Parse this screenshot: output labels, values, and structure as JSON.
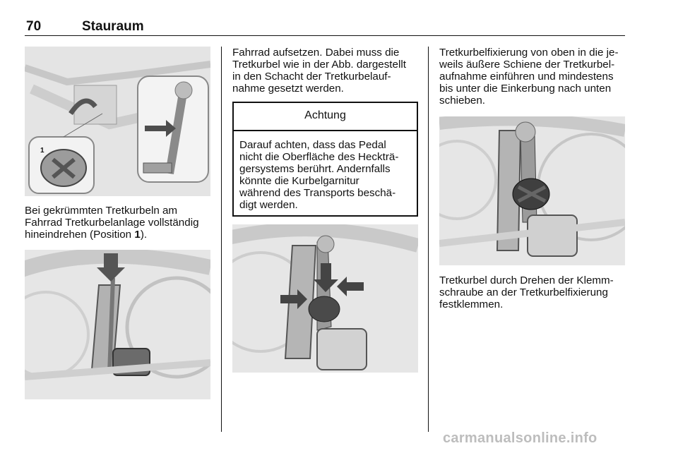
{
  "header": {
    "page_number": "70",
    "section_title": "Stauraum"
  },
  "col1": {
    "text_lines": [
      "Bei gekrümmten Tretkurbeln am",
      "Fahrrad Tretkurbelanlage vollständig"
    ],
    "text_line3_prefix": "hineindrehen (Position ",
    "text_line3_bold": "1",
    "text_line3_suffix": ").",
    "figure1_callout": "1"
  },
  "col2": {
    "text_lines": [
      "Fahrrad aufsetzen. Dabei muss die",
      "Tretkurbel wie in der Abb. dargestellt",
      "in den Schacht der Tretkurbelauf-",
      "nahme gesetzt werden."
    ],
    "caution_title": "Achtung",
    "caution_lines": [
      "Darauf achten, dass das Pedal",
      "nicht die Oberfläche des Heckträ-",
      "gersystems berührt. Andernfalls",
      "könnte die Kurbelgarnitur",
      "während des Transports beschä-",
      "digt werden."
    ]
  },
  "col3": {
    "text_lines": [
      "Tretkurbelfixierung von oben in die je-",
      "weils äußere Schiene der Tretkurbel-",
      "aufnahme einführen und mindestens",
      "bis unter die Einkerbung nach unten",
      "schieben."
    ],
    "text2_lines": [
      "Tretkurbel durch Drehen der Klemm-",
      "schraube an der Tretkurbelfixierung",
      "festklemmen."
    ]
  },
  "footer": {
    "watermark": "carmanualsonline.info"
  }
}
